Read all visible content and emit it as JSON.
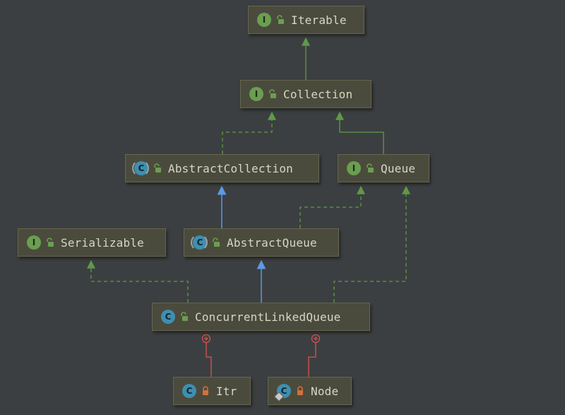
{
  "nodes": [
    {
      "id": "iterable",
      "label": "Iterable",
      "kind": "interface",
      "kind_letter": "I",
      "access": "public"
    },
    {
      "id": "collection",
      "label": "Collection",
      "kind": "interface",
      "kind_letter": "I",
      "access": "public"
    },
    {
      "id": "abstract-collection",
      "label": "AbstractCollection",
      "kind": "abstract",
      "kind_letter": "C",
      "access": "public"
    },
    {
      "id": "queue",
      "label": "Queue",
      "kind": "interface",
      "kind_letter": "I",
      "access": "public"
    },
    {
      "id": "serializable",
      "label": "Serializable",
      "kind": "interface",
      "kind_letter": "I",
      "access": "public"
    },
    {
      "id": "abstract-queue",
      "label": "AbstractQueue",
      "kind": "abstract",
      "kind_letter": "C",
      "access": "public"
    },
    {
      "id": "concurrent-linked-queue",
      "label": "ConcurrentLinkedQueue",
      "kind": "class",
      "kind_letter": "C",
      "access": "public"
    },
    {
      "id": "itr",
      "label": "Itr",
      "kind": "class",
      "kind_letter": "C",
      "access": "private"
    },
    {
      "id": "node",
      "label": "Node",
      "kind": "class-static",
      "kind_letter": "C",
      "access": "private"
    }
  ],
  "edges": [
    {
      "from": "collection",
      "to": "iterable",
      "type": "extends-interface"
    },
    {
      "from": "abstract-collection",
      "to": "collection",
      "type": "implements"
    },
    {
      "from": "queue",
      "to": "collection",
      "type": "extends-interface"
    },
    {
      "from": "abstract-queue",
      "to": "abstract-collection",
      "type": "extends-class"
    },
    {
      "from": "abstract-queue",
      "to": "queue",
      "type": "implements"
    },
    {
      "from": "concurrent-linked-queue",
      "to": "serializable",
      "type": "implements"
    },
    {
      "from": "concurrent-linked-queue",
      "to": "abstract-queue",
      "type": "extends-class"
    },
    {
      "from": "concurrent-linked-queue",
      "to": "queue",
      "type": "implements"
    },
    {
      "from": "itr",
      "to": "concurrent-linked-queue",
      "type": "inner-class"
    },
    {
      "from": "node",
      "to": "concurrent-linked-queue",
      "type": "inner-class"
    }
  ],
  "colors": {
    "background": "#3c3f41",
    "node_fill": "#4b4b3d",
    "interface_icon": "#6a9e51",
    "class_icon": "#3e8fb0",
    "extends_arrow": "#5c9ae6",
    "implements_arrow": "#5f9a47",
    "inner_class_line": "#d9534f",
    "public_lock": "#6a9e51",
    "private_lock": "#d2703b"
  }
}
